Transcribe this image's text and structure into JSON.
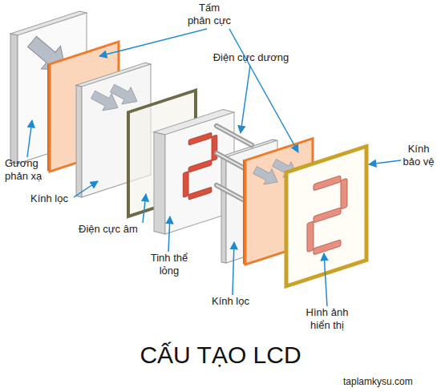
{
  "diagram": {
    "title": "CẤU TẠO LCD",
    "labels": [
      "Tấm phân cực",
      "Điện cực dương",
      "Gương phản xạ",
      "Kính lọc",
      "Điện cực âm",
      "Tinh thể lỏng",
      "Kính lọc",
      "Hình ảnh hiển thị",
      "Kính bảo vệ",
      "taplamkysu.com"
    ]
  }
}
